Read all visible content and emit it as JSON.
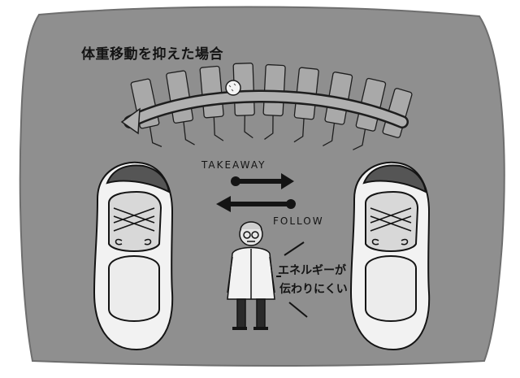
{
  "caption": {
    "title": "体重移動を抑えた場合",
    "takeaway_label": "TAKEAWAY",
    "follow_label": "FOLLOW",
    "speech_line1": "エネルギーが",
    "speech_line2": "伝わりにくい"
  },
  "colors": {
    "background_panel": "#8f8f8f",
    "ink": "#141414",
    "shoe_white": "#f2f2f2"
  }
}
